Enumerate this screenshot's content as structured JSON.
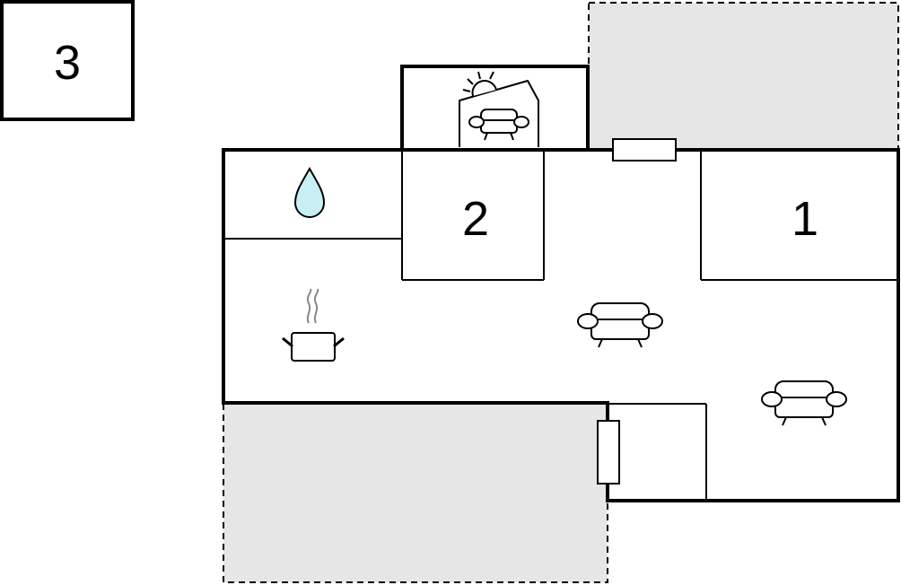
{
  "floor_plan": {
    "floor_label": "3",
    "rooms": [
      {
        "number": "1",
        "type": "bedroom"
      },
      {
        "number": "2",
        "type": "bedroom"
      }
    ],
    "icons": [
      "water-drop-icon",
      "cooking-pot-icon",
      "sofa-icon",
      "sofa-icon",
      "sun-conservatory-sofa-icon",
      "window-icon",
      "window-icon"
    ],
    "colors": {
      "outdoor_area": "#e6e6e6",
      "water": "#c8f0f4",
      "walls": "#000000",
      "steam": "#888888"
    }
  }
}
